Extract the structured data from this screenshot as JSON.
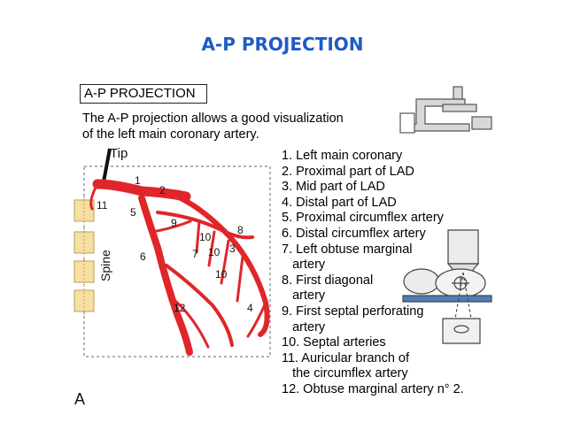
{
  "slide_title": "A-P PROJECTION",
  "figure": {
    "box_label": "A-P PROJECTION",
    "description_line1": "The A-P projection allows a good visualization",
    "description_line2": "of the left main coronary artery.",
    "tip_label": "Tip",
    "spine_label": "Spine",
    "panel_letter": "A",
    "artery_numbers": [
      "1",
      "2",
      "11",
      "5",
      "9",
      "8",
      "10",
      "3",
      "6",
      "7",
      "10",
      "10",
      "12",
      "4"
    ]
  },
  "legend": [
    "1. Left main coronary",
    "2. Proximal part of LAD",
    "3. Mid part of LAD",
    "4. Distal part of LAD",
    "5. Proximal circumflex artery",
    "6. Distal circumflex artery",
    "7. Left obtuse marginal",
    "   artery",
    "8. First diagonal",
    "   artery",
    "9. First septal perforating",
    "   artery",
    "10. Septal arteries",
    "11. Auricular branch of",
    "   the circumflex artery",
    "12. Obtuse marginal artery n° 2."
  ],
  "colors": {
    "title": "#1f5bc7",
    "artery": "#e0262a",
    "vertebra": "#f6dfa0"
  }
}
